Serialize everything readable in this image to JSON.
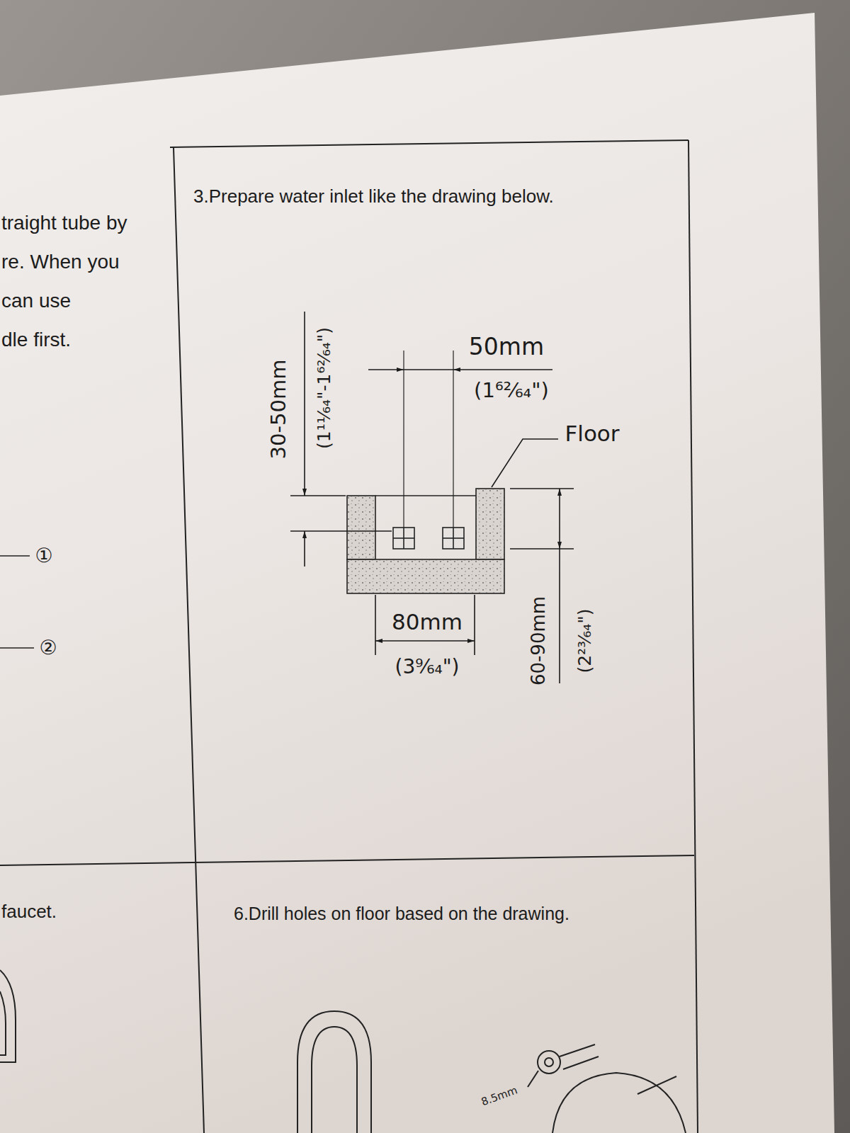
{
  "diagram": {
    "nodes": [
      {
        "text": [
          "traight tube by",
          "re. When you",
          "can use",
          "dle first."
        ]
      },
      {
        "text": [
          "3.Prepare water inlet like the drawing below."
        ]
      },
      {
        "text": [
          "faucet."
        ]
      },
      {
        "text": [
          "6.Drill holes on floor based on the drawing."
        ]
      }
    ],
    "labels": [
      "50mm",
      "(1⁶²⁄₆₄\")",
      "Floor",
      "30-50mm",
      "(1¹¹⁄₆₄\"-1⁶²⁄₆₄\")",
      "80mm",
      "(3⁹⁄₆₄\")",
      "60-90mm",
      "(2²³⁄₆₄\")",
      "①",
      "②",
      "8.5mm"
    ]
  }
}
